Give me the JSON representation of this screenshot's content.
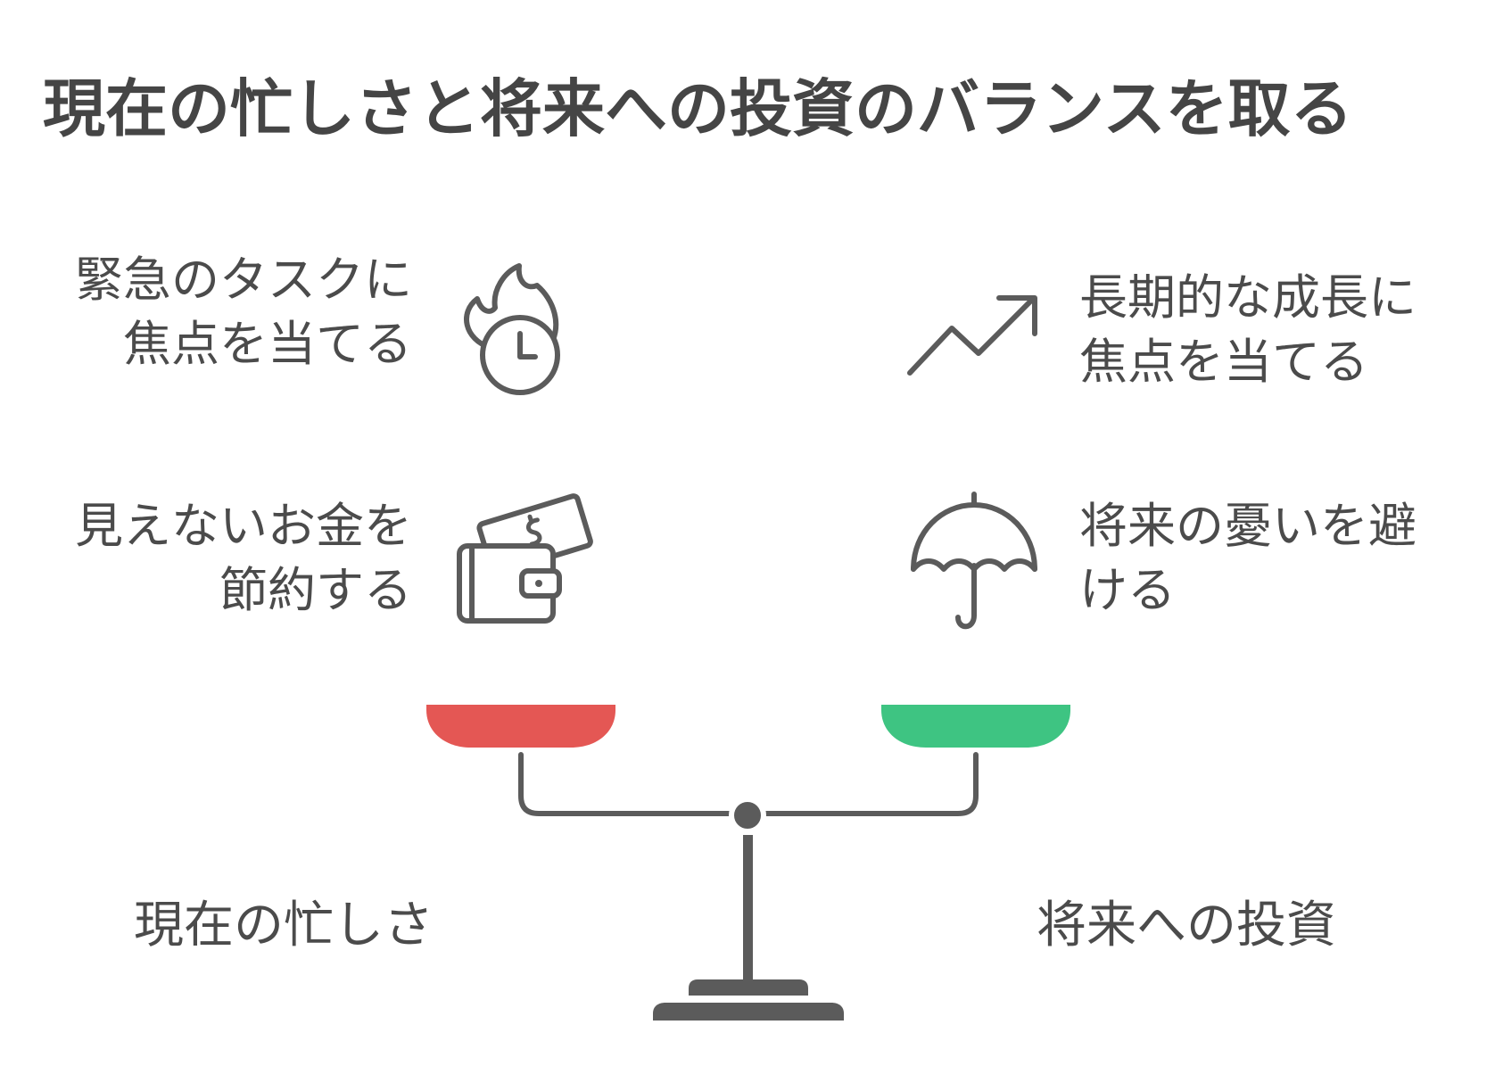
{
  "title": "現在の忙しさと将来への投資のバランスを取る",
  "left_items": [
    {
      "text": "緊急のタスクに\n焦点を当てる",
      "icon": "fire-clock-icon"
    },
    {
      "text": "見えないお金を\n節約する",
      "icon": "wallet-money-icon"
    }
  ],
  "right_items": [
    {
      "text": "長期的な成長に\n焦点を当てる",
      "icon": "trend-up-icon"
    },
    {
      "text": "将来の憂いを避\nける",
      "icon": "umbrella-icon"
    }
  ],
  "left_label": "現在の忙しさ",
  "right_label": "将来への投資",
  "colors": {
    "left_pan": "#e45754",
    "right_pan": "#3ec482",
    "structure": "#5b5b5b",
    "text": "#4b4b4b"
  }
}
